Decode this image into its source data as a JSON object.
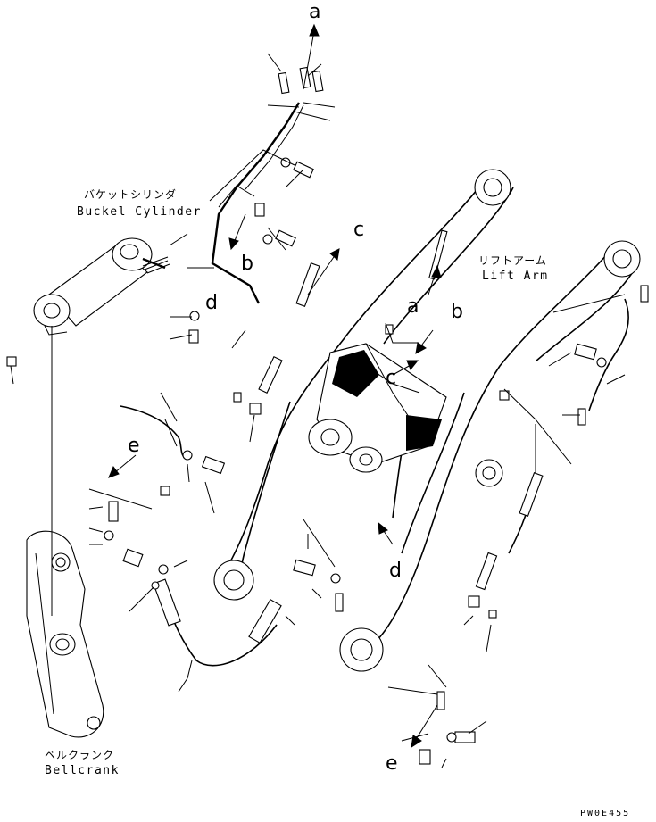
{
  "labels": {
    "bucket_cylinder_jp": "バケットシリンダ",
    "bucket_cylinder_en": "Buckel Cylinder",
    "lift_arm_jp": "リフトアーム",
    "lift_arm_en": "Lift Arm",
    "bellcrank_jp": "ベルクランク",
    "bellcrank_en": "Bellcrank"
  },
  "callouts": {
    "a_top": "a",
    "b_upper": "b",
    "c_upper": "c",
    "d_left": "d",
    "a_mid": "a",
    "b_mid": "b",
    "c_mid": "c",
    "e_left": "e",
    "d_lower": "d",
    "e_bottom": "e"
  },
  "drawing_code": "PW0E455"
}
